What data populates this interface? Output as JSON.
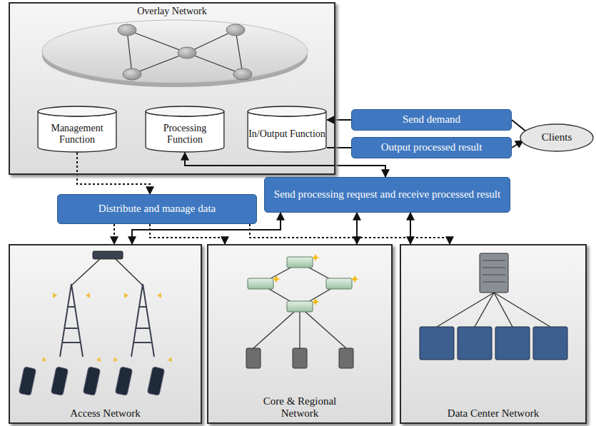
{
  "diagram": {
    "nodes": [
      {
        "text": [
          "Overlay Network"
        ]
      },
      {
        "text": [
          "Management Function"
        ],
        "in": 0
      },
      {
        "text": [
          "Processing Function"
        ],
        "in": 0
      },
      {
        "text": [
          "In/Output Function"
        ],
        "in": 0
      },
      {
        "text": [
          "Send demand"
        ]
      },
      {
        "text": [
          "Output processed result"
        ]
      },
      {
        "text": [
          "Clients"
        ]
      },
      {
        "text": [
          "Distribute and manage data"
        ]
      },
      {
        "text": [
          "Send processing request and receive processed result"
        ]
      },
      {
        "text": [
          "Access Network"
        ]
      },
      {
        "text": [
          "Core & Regional Network"
        ]
      },
      {
        "text": [
          "Data Center Network"
        ]
      }
    ],
    "edges": [
      {
        "from": 6,
        "to": 4,
        "arrow": "none"
      },
      {
        "from": 4,
        "to": 3,
        "arrow": "to"
      },
      {
        "from": 3,
        "to": 5,
        "arrow": "none"
      },
      {
        "from": 5,
        "to": 6,
        "arrow": "to"
      },
      {
        "from": 1,
        "to": 7,
        "arrow": "to"
      },
      {
        "from": 7,
        "to": 9,
        "arrow": "to"
      },
      {
        "from": 7,
        "to": 10,
        "arrow": "to"
      },
      {
        "from": 7,
        "to": 11,
        "arrow": "to"
      },
      {
        "from": 2,
        "to": 8,
        "arrow": "both"
      },
      {
        "from": 8,
        "to": 9,
        "arrow": "both"
      },
      {
        "from": 8,
        "to": 10,
        "arrow": "both"
      },
      {
        "from": 8,
        "to": 11,
        "arrow": "both"
      }
    ]
  }
}
